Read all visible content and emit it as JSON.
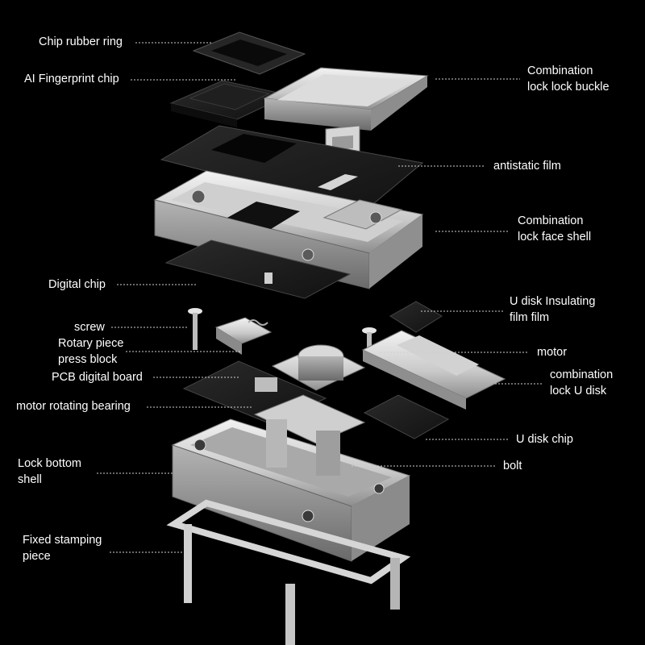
{
  "labels": {
    "chip_rubber_ring": [
      "Chip rubber ring"
    ],
    "ai_fingerprint_chip": [
      "AI Fingerprint chip"
    ],
    "lock_buckle": [
      "Combination",
      "lock lock buckle"
    ],
    "antistatic_film": [
      "antistatic film"
    ],
    "face_shell": [
      "Combination",
      "lock face shell"
    ],
    "digital_chip": [
      "Digital chip"
    ],
    "udisk_insulating": [
      "U disk Insulating",
      "film film"
    ],
    "screw": [
      "screw"
    ],
    "rotary_piece": [
      "Rotary piece",
      "press block"
    ],
    "motor": [
      "motor"
    ],
    "pcb_board": [
      "PCB digital board"
    ],
    "udisk_lock": [
      "combination",
      "lock U disk"
    ],
    "motor_bearing": [
      "motor rotating bearing"
    ],
    "udisk_chip": [
      "U disk chip"
    ],
    "bottom_shell": [
      "Lock bottom",
      "shell"
    ],
    "bolt": [
      "bolt"
    ],
    "stamping_piece": [
      "Fixed stamping",
      "piece"
    ]
  },
  "colors": {
    "background": "#000000",
    "text": "#ffffff",
    "leader": "#cfcfcf",
    "metal_light": "#e9e9e9",
    "metal_mid": "#b9b9b9",
    "metal_dark": "#7d7d7d",
    "film_dark": "#1c1c1c"
  }
}
